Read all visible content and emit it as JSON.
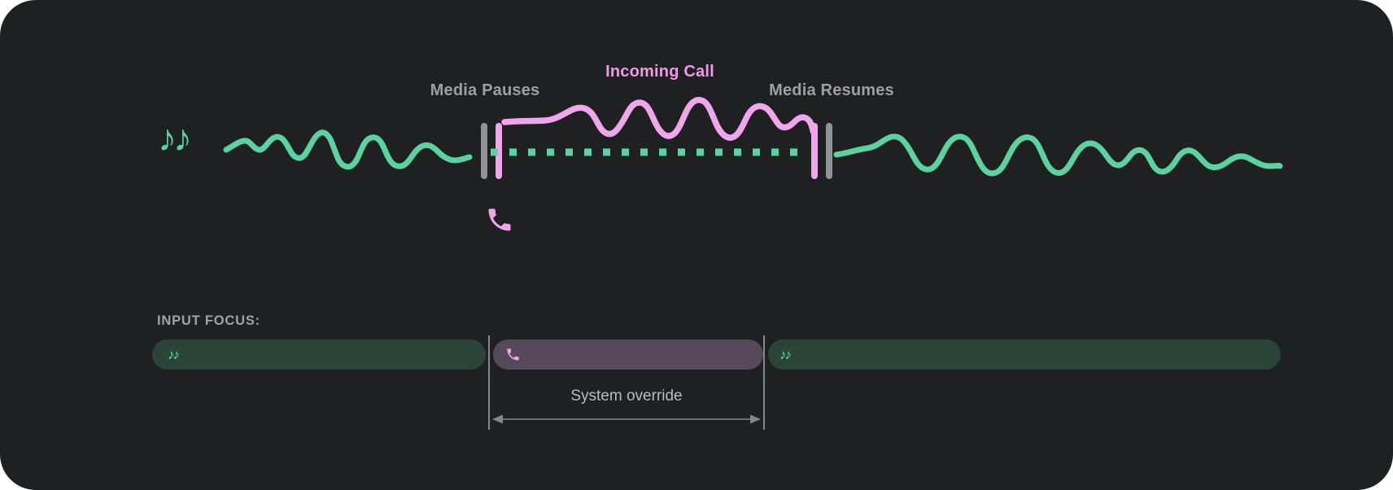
{
  "colors": {
    "page_background": "#ffffff",
    "panel_background": "#1f2021",
    "media_green": "#5bd3a0",
    "call_pink": "#f0a6ec",
    "incoming_call_text_pink": "#ef9ae9",
    "label_gray": "#9aa0a6",
    "marker_gray": "#909499",
    "media_track_background": "#2b4438",
    "call_track_background": "#564959",
    "annotation_gray": "#b8bbc0",
    "arrow_gray": "#84878b"
  },
  "timeline": {
    "media_pauses_label": "Media Pauses",
    "incoming_call_label": "Incoming Call",
    "media_resumes_label": "Media Resumes"
  },
  "input_focus": {
    "heading": "INPUT FOCUS:",
    "segments": [
      {
        "name": "media-before-call",
        "icon": "music-notes"
      },
      {
        "name": "incoming-call",
        "icon": "phone"
      },
      {
        "name": "media-after-call",
        "icon": "music-notes"
      }
    ],
    "override_label": "System override"
  },
  "icons": {
    "music_notes": "♪♪"
  }
}
